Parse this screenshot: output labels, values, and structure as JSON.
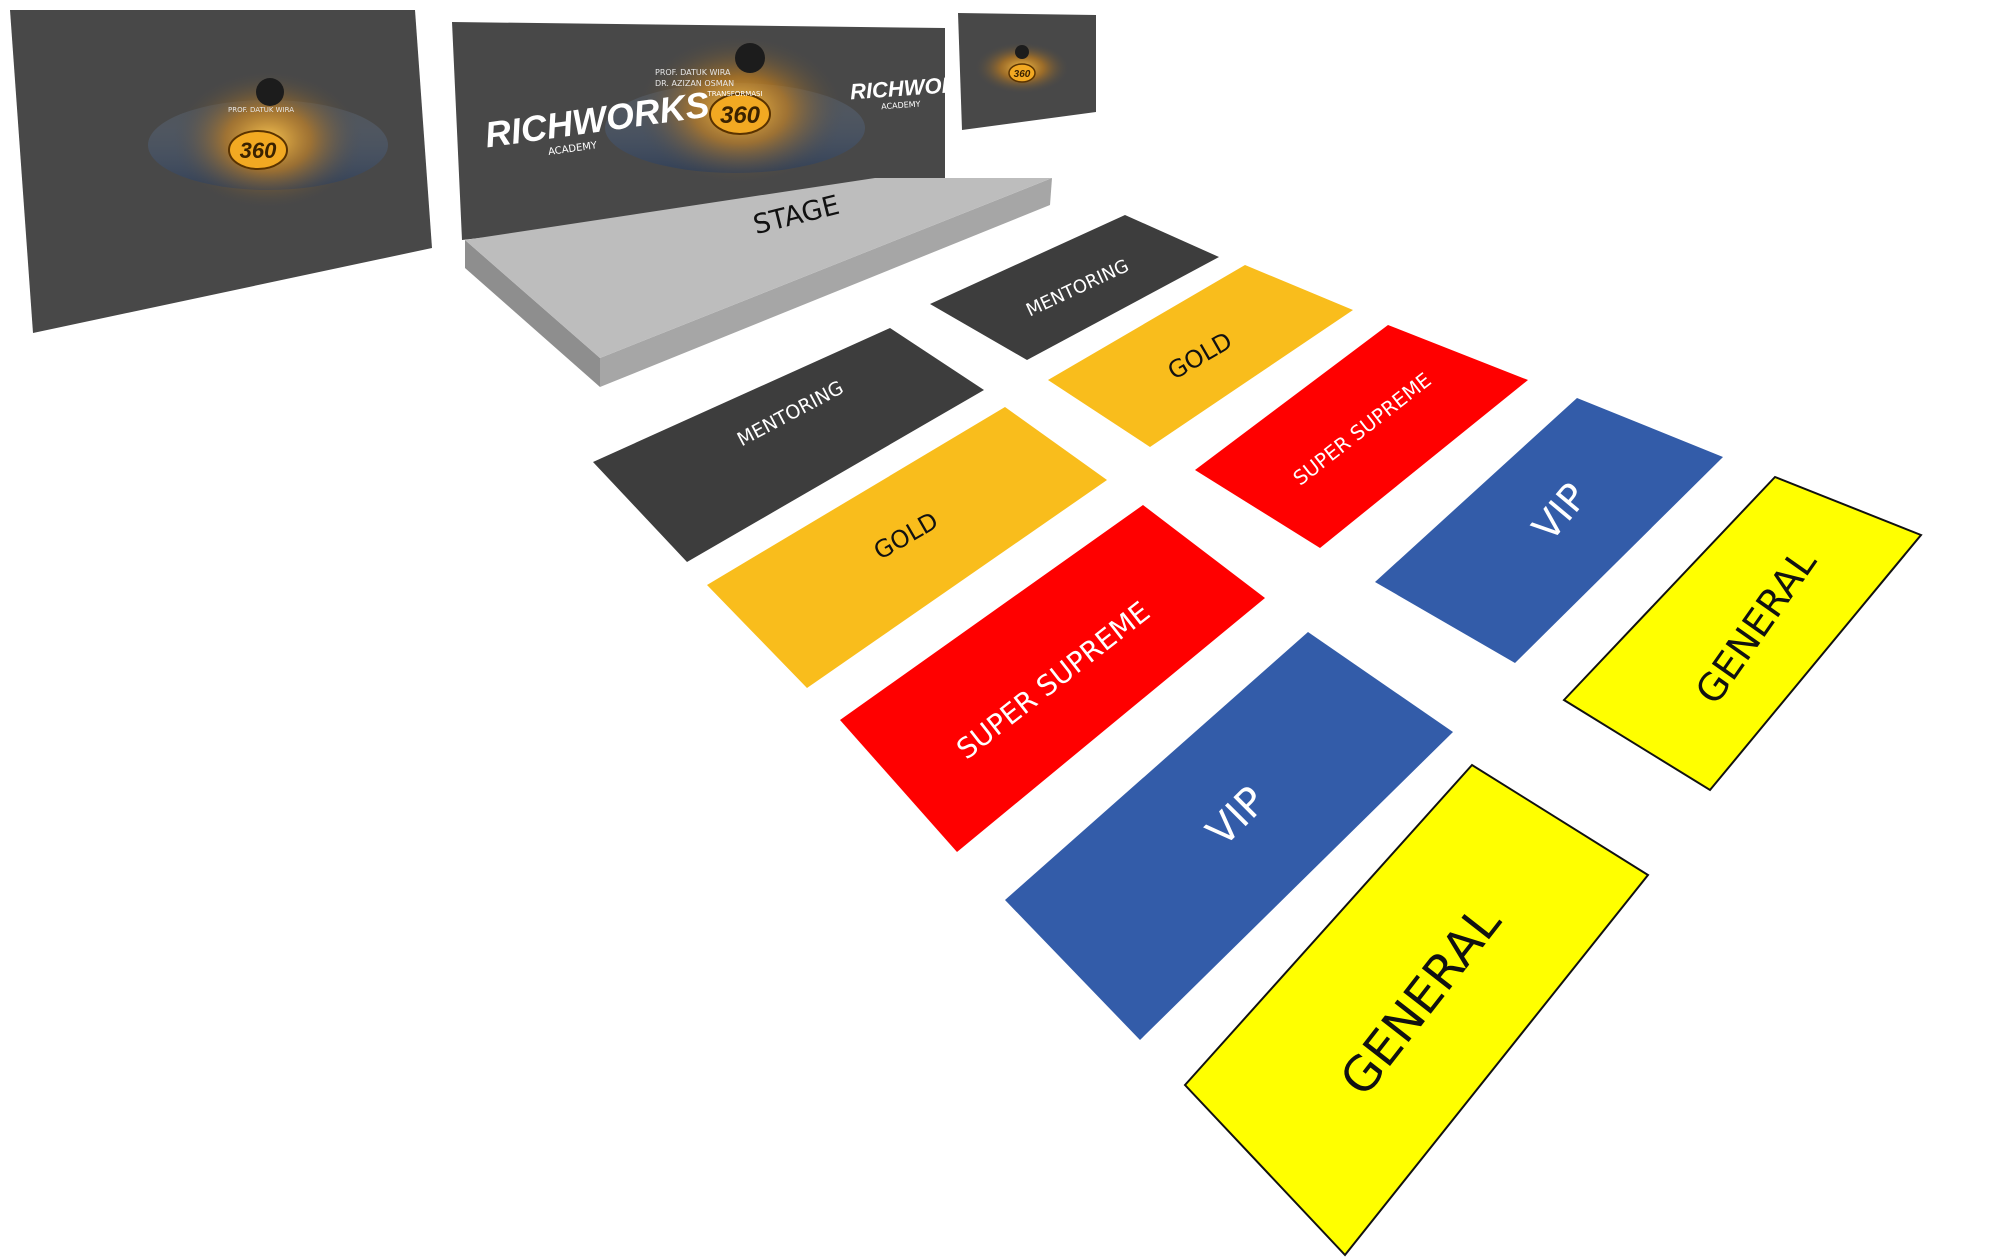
{
  "stage": {
    "label": "STAGE"
  },
  "screens": {
    "brand": "RICHWORKS",
    "brand_sub": "ACADEMY",
    "badge_number": "360",
    "badge_caption": "TRANSFORMASI",
    "speaker_lines": [
      "PROF. DATUK WIRA",
      "DR. AZIZAN OSMAN"
    ]
  },
  "zones": [
    {
      "id": "mentoring-left",
      "label": "MENTORING",
      "fill": "#3d3d3d",
      "text": "#ffffff"
    },
    {
      "id": "mentoring-right",
      "label": "MENTORING",
      "fill": "#3d3d3d",
      "text": "#ffffff"
    },
    {
      "id": "gold-left",
      "label": "GOLD",
      "fill": "#f9bd1c",
      "text": "#111111"
    },
    {
      "id": "gold-right",
      "label": "GOLD",
      "fill": "#f9bd1c",
      "text": "#111111"
    },
    {
      "id": "super-supreme-left",
      "label": "SUPER SUPREME",
      "fill": "#ff0000",
      "text": "#ffffff"
    },
    {
      "id": "super-supreme-right",
      "label": "SUPER SUPREME",
      "fill": "#ff0000",
      "text": "#ffffff"
    },
    {
      "id": "vip-left",
      "label": "VIP",
      "fill": "#335ca9",
      "text": "#ffffff"
    },
    {
      "id": "vip-right",
      "label": "VIP",
      "fill": "#335ca9",
      "text": "#ffffff"
    },
    {
      "id": "general-left",
      "label": "GENERAL",
      "fill": "#ffff00",
      "text": "#111111"
    },
    {
      "id": "general-right",
      "label": "GENERAL",
      "fill": "#ffff00",
      "text": "#111111"
    }
  ],
  "colors": {
    "screen": "#484848",
    "stage_top": "#bdbdbd",
    "stage_side": "#8e8e8e",
    "stage_front": "#a6a6a6",
    "badge_gold": "#f2a922"
  }
}
